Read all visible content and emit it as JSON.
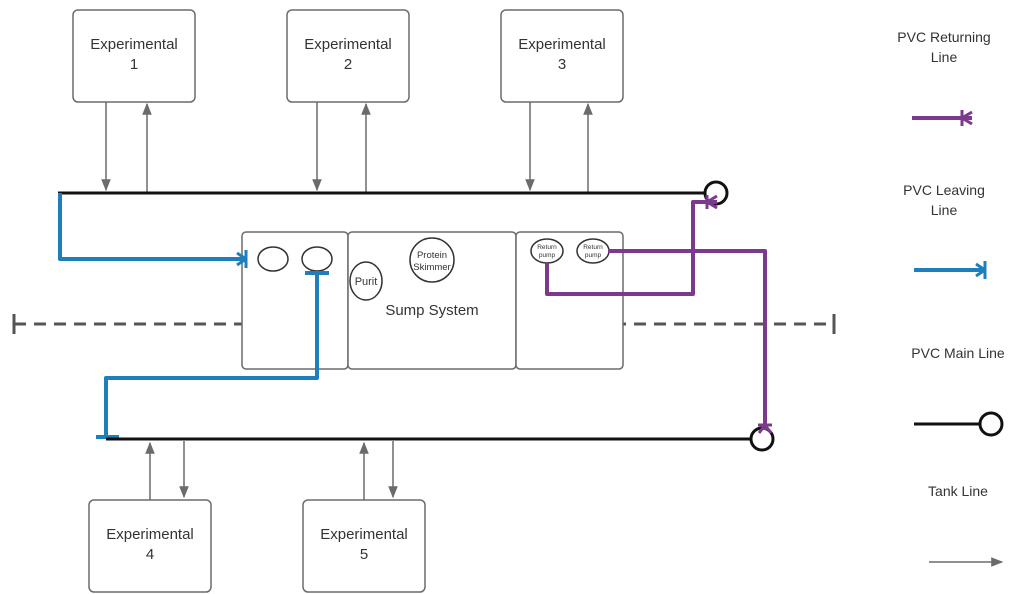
{
  "tanks": [
    {
      "line1": "Experimental",
      "line2": "1"
    },
    {
      "line1": "Experimental",
      "line2": "2"
    },
    {
      "line1": "Experimental",
      "line2": "3"
    },
    {
      "line1": "Experimental",
      "line2": "4"
    },
    {
      "line1": "Experimental",
      "line2": "5"
    }
  ],
  "sump": {
    "label": "Sump System",
    "purit": "Purit",
    "skimmer_line1": "Protein",
    "skimmer_line2": "Skimmer",
    "pump1_line1": "Return",
    "pump1_line2": "pump",
    "pump2_line1": "Return",
    "pump2_line2": "pump"
  },
  "legend": {
    "returning_line1": "PVC Returning",
    "returning_line2": "Line",
    "leaving_line1": "PVC Leaving",
    "leaving_line2": "Line",
    "main": "PVC Main Line",
    "tank": "Tank Line"
  },
  "colors": {
    "main_line": "#111111",
    "leaving_line": "#1f7fbd",
    "returning_line": "#7b3a8c",
    "tank_line": "#6b6b6b",
    "box_stroke": "#6b6b6b",
    "dashed_divider": "#555555"
  }
}
